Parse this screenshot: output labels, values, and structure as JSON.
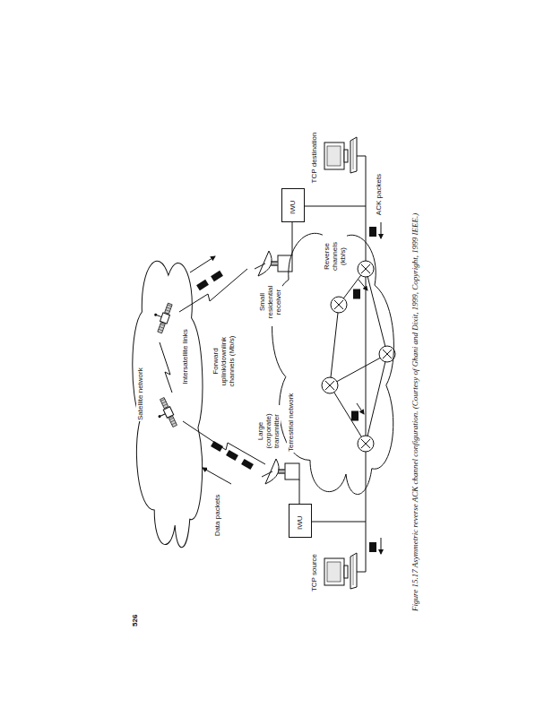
{
  "diagram": {
    "caption": "Figure 15.17 Asymmetric reverse ACK channel configuration. (Courtesy of Ghani and Dixit, 1999, Copyright, 1999 IEEE.)",
    "nodes": [
      {
        "text": [
          "Satellite network"
        ]
      },
      {
        "text": [
          "Terrestrial network"
        ]
      },
      {
        "text": [
          "IWU"
        ]
      },
      {
        "text": [
          "IWU"
        ]
      }
    ],
    "labels": [
      "Data packets",
      "Intersatellite links",
      "Forward uplink/downlink channels (Mb/s)",
      "Large (corporate) transmitter",
      "Small residential receiver",
      "Reverse channels (kb/s)",
      "TCP source",
      "TCP destination",
      "ACK packets",
      "526"
    ]
  }
}
